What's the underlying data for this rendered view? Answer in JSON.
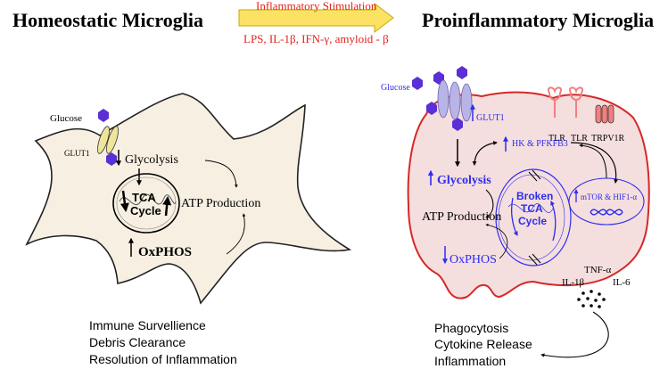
{
  "titles": {
    "left": "Homeostatic Microglia",
    "right": "Proinflammatory Microglia"
  },
  "stimulus": {
    "heading": "Inflammatory Stimulation",
    "agents": "LPS, IL-1β, IFN-γ, amyloid - β"
  },
  "homeostatic": {
    "glucose": "Glucose",
    "glut1": "GLUT1",
    "glycolysis": "Glycolysis",
    "tca_line1": "TCA",
    "tca_line2": "Cycle",
    "atp": "ATP Production",
    "oxphos": "OxPHOS",
    "functions": [
      "Immune Survellience",
      "Debris Clearance",
      "Resolution of Inflammation"
    ]
  },
  "proinflammatory": {
    "glucose": "Glucose",
    "glut1": "GLUT1",
    "receptor_tlr_1": "TLR",
    "receptor_tlr_2": "TLR",
    "receptor_trpv1r": "TRPV1R",
    "hk": "HK & PFKFB3",
    "glycolysis": "Glycolysis",
    "broken_line1": "Broken",
    "broken_line2": "TCA",
    "broken_line3": "Cycle",
    "mtor": "mTOR & HIF1-α",
    "atp": "ATP Production",
    "oxphos": "OxPHOS",
    "tnf": "TNF-α",
    "il1b": "IL-1β",
    "il6": "IL-6",
    "functions": [
      "Phagocytosis",
      "Cytokine Release",
      "Inflammation"
    ]
  },
  "colors": {
    "cell_fill": "#f6efe2",
    "inflamed_fill": "#f5dede",
    "inflamed_border": "#d62828",
    "arrow_fill": "#fbe264",
    "stimulus_text": "#e32119",
    "blue": "#2d2df0",
    "glucose": "#5a2fd6",
    "transporter": "#b9b4e6",
    "glut_yellow": "#efe59a",
    "receptor": "#f08080"
  }
}
